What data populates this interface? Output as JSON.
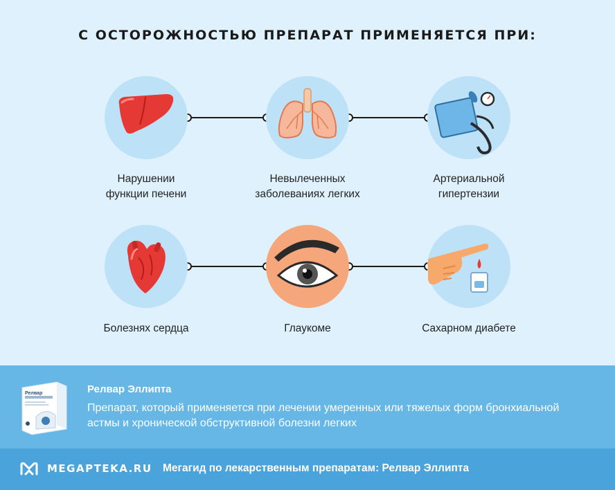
{
  "title": "С ОСТОРОЖНОСТЬЮ ПРЕПАРАТ ПРИМЕНЯЕТСЯ ПРИ:",
  "conditions": [
    {
      "icon": "liver-icon",
      "line1": "Нарушении",
      "line2": "функции печени"
    },
    {
      "icon": "lungs-icon",
      "line1": "Невылеченных",
      "line2": "заболеваниях легких"
    },
    {
      "icon": "blood-pressure-monitor-icon",
      "line1": "Артериальной",
      "line2": "гипертензии"
    },
    {
      "icon": "heart-icon",
      "line1": "Болезнях сердца",
      "line2": ""
    },
    {
      "icon": "eye-icon",
      "line1": "Глаукоме",
      "line2": ""
    },
    {
      "icon": "glucose-test-icon",
      "line1": "Сахарном диабете",
      "line2": ""
    }
  ],
  "product": {
    "name": "Релвар Эллипта",
    "description": "Препарат, который применяется при лечении умеренных или тяжелых форм бронхиальной астмы и хронической обструктивной болезни легких",
    "pack_label": "Релвар"
  },
  "footer": {
    "brand": "MEGAPTEKA.RU",
    "text": "Мегагид по лекарственным препаратам: Релвар Эллипта"
  },
  "colors": {
    "background": "#dff1fc",
    "circle": "#bde1f6",
    "highlight_circle": "#f5a67a",
    "band": "#66b7e6",
    "footer": "#4aa3db"
  }
}
